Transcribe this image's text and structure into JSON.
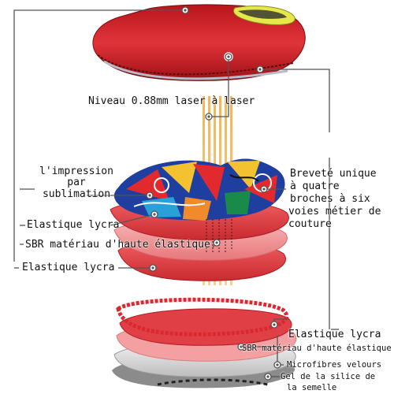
{
  "labels": {
    "laser": "Niveau 0.88mm laser à laser",
    "print_1": "l'impression",
    "print_2": "par",
    "print_3": "sublimation",
    "lycra_top": "Elastique lycra",
    "sbr_top": "SBR matériau d'haute élastique",
    "lycra_mid": "Elastique lycra",
    "patent_1": "Breveté unique",
    "patent_2": "à quatre",
    "patent_3": "broches à six",
    "patent_4": "voies métier de",
    "patent_5": "couture",
    "lycra_bottom": "Elastique lycra",
    "sbr_bottom": "SBR matériau d'haute élastique",
    "micro": "Microfibres velours",
    "gel_1": "Gel de la silice de",
    "gel_2": "la semelle"
  },
  "colors": {
    "shoe_red": "#d9282f",
    "collar_yellow": "#e4e84a",
    "layer_pink": "#f1999b",
    "lines": "#555555"
  }
}
